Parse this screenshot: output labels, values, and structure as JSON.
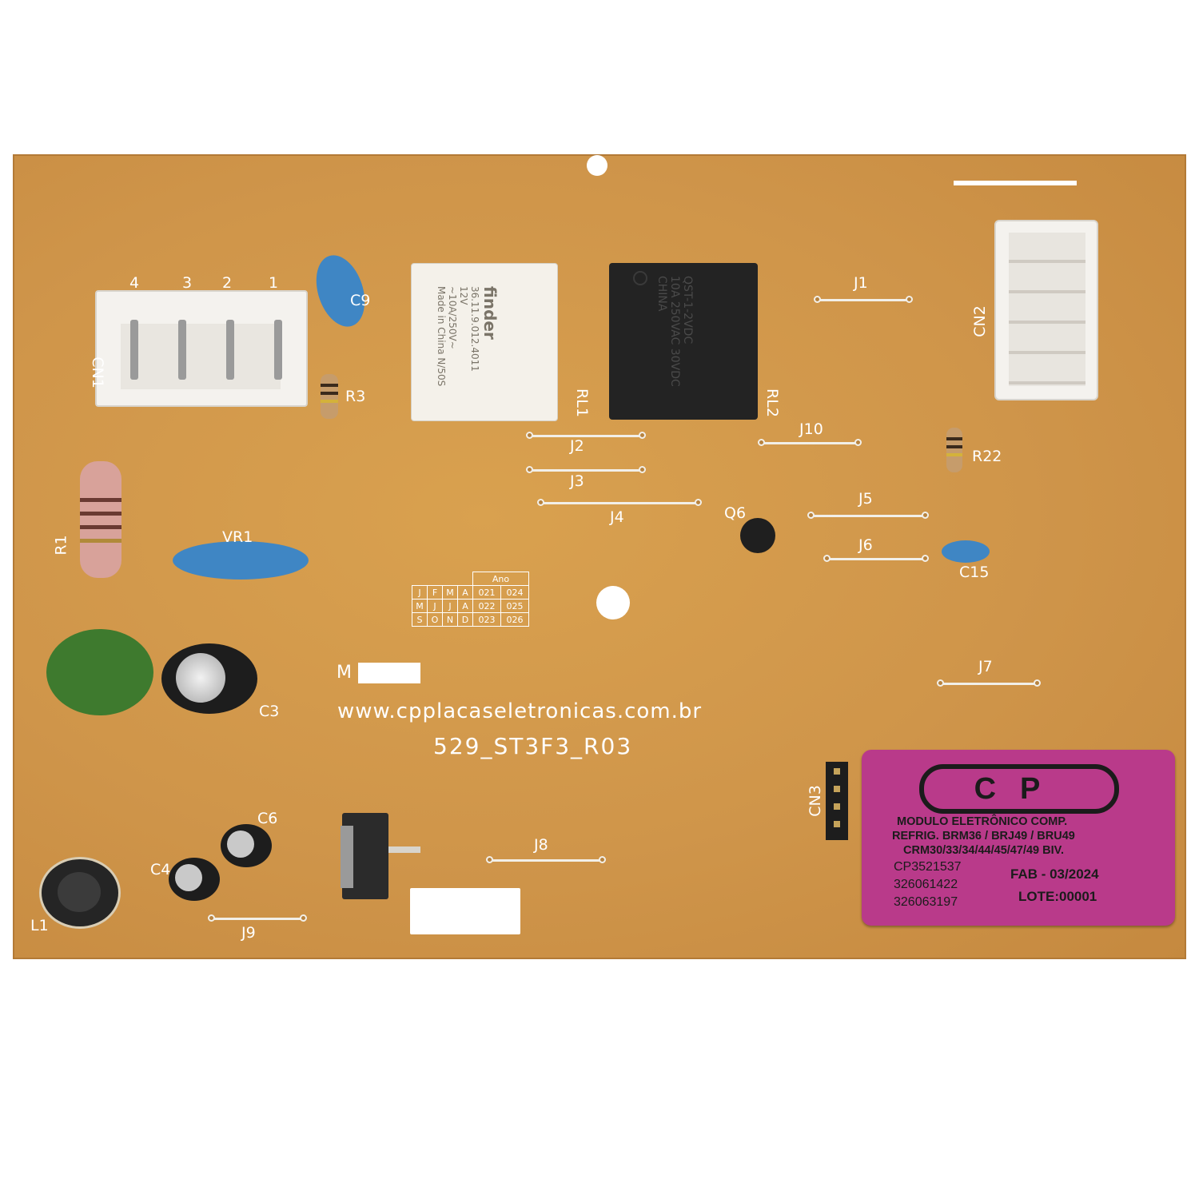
{
  "board": {
    "url": "www.cpplacaseletronicas.com.br",
    "model": "529_ST3F3_R03",
    "lot_prefix": "M",
    "colors": {
      "pcb": "#cf954a",
      "silk": "#ffffff",
      "sticker": "#b93a8a"
    }
  },
  "labels": {
    "j1": "J1",
    "j2": "J2",
    "j3": "J3",
    "j4": "J4",
    "j5": "J5",
    "j6": "J6",
    "j7": "J7",
    "j8": "J8",
    "j9": "J9",
    "j10": "J10",
    "rl1": "RL1",
    "rl2": "RL2",
    "r1": "R1",
    "r3": "R3",
    "r22": "R22",
    "c3": "C3",
    "c4": "C4",
    "c6": "C6",
    "c9": "C9",
    "c15": "C15",
    "vr1": "VR1",
    "q6": "Q6",
    "l1": "L1",
    "cn1": "CN1",
    "cn2": "CN2",
    "cn3": "CN3",
    "cn1_pins": [
      "4",
      "3",
      "2",
      "1"
    ]
  },
  "date_table": {
    "header": "Ano",
    "rows": [
      [
        "J",
        "F",
        "M",
        "A",
        "021",
        "024"
      ],
      [
        "M",
        "J",
        "J",
        "A",
        "022",
        "025"
      ],
      [
        "S",
        "O",
        "N",
        "D",
        "023",
        "026"
      ]
    ]
  },
  "relay1": {
    "brand": "finder",
    "lines": [
      "36.11.9.012.4011",
      "12V",
      "~10A/250V~",
      "Made in China N/50S"
    ]
  },
  "relay2": {
    "lines": [
      "QST-1-2VDC",
      "10A 250VAC 30VDC",
      "CHINA"
    ]
  },
  "sticker": {
    "logo": "CP",
    "lines": [
      "MODULO ELETRÔNICO COMP.",
      "REFRIG. BRM36 / BRJ49 / BRU49",
      "CRM30/33/34/44/45/47/49  BIV."
    ],
    "codes": [
      "CP3521537",
      "326061422",
      "326063197"
    ],
    "fab": "FAB - 03/2024",
    "lote": "LOTE:00001"
  }
}
